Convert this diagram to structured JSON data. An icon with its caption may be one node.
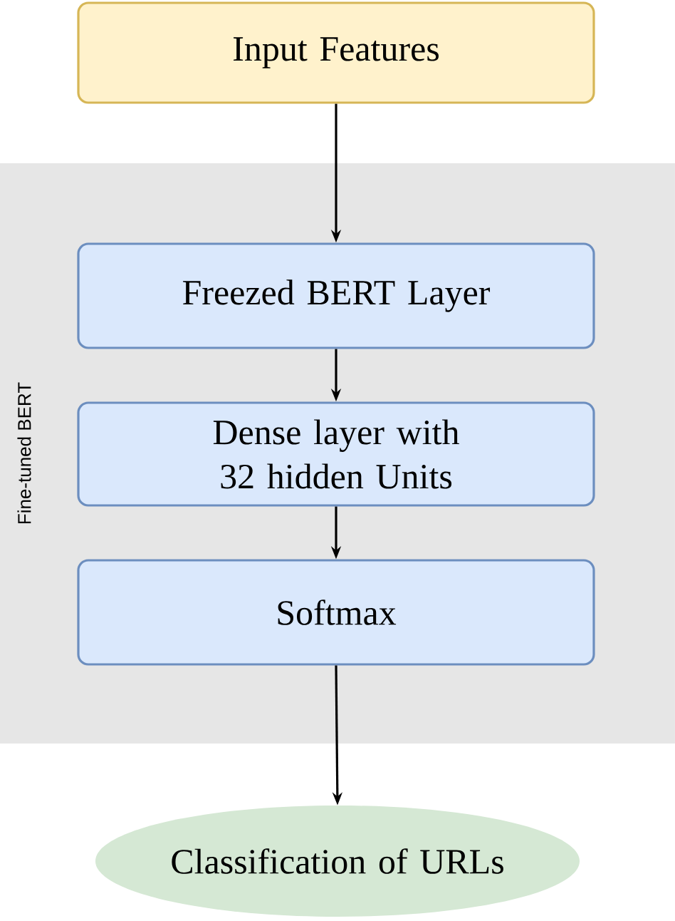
{
  "diagram": {
    "nodes": [
      {
        "text": [
          "Fine-tuned BERT"
        ]
      },
      {
        "text": [
          "Input Features"
        ]
      },
      {
        "text": [
          "Freezed BERT Layer"
        ],
        "in": 0
      },
      {
        "text": [
          "Dense layer with 32 hidden Units"
        ],
        "in": 0
      },
      {
        "text": [
          "Softmax"
        ],
        "in": 0
      },
      {
        "text": [
          "Classification of URLs"
        ]
      }
    ],
    "edges": [
      {
        "from": 1,
        "to": 2,
        "arrow": "to"
      },
      {
        "from": 2,
        "to": 3,
        "arrow": "to"
      },
      {
        "from": 3,
        "to": 4,
        "arrow": "to"
      },
      {
        "from": 4,
        "to": 5,
        "arrow": "to"
      }
    ]
  }
}
